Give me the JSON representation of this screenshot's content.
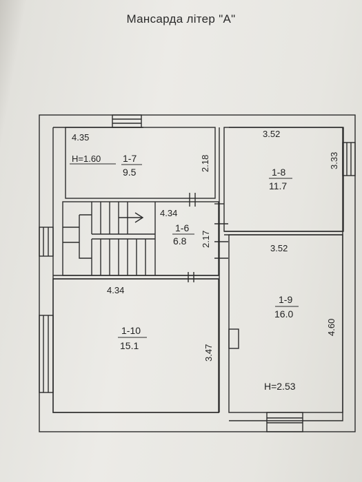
{
  "title": "Мансарда літер \"А\"",
  "rooms": [
    {
      "id": "1-7",
      "area": "9.5",
      "width": "4.35",
      "depth": "2.18",
      "height_note": "H=1.60"
    },
    {
      "id": "1-8",
      "area": "11.7",
      "width": "3.52",
      "depth": "3.33"
    },
    {
      "id": "1-6",
      "area": "6.8",
      "width": "4.34",
      "depth": "2.17"
    },
    {
      "id": "1-9",
      "area": "16.0",
      "width": "3.52",
      "depth": "4.60",
      "height_note": "H=2.53"
    },
    {
      "id": "1-10",
      "area": "15.1",
      "width": "4.34",
      "depth": "3.47"
    }
  ],
  "colors": {
    "line": "#2b2b2b",
    "paper": "#eceae6"
  }
}
